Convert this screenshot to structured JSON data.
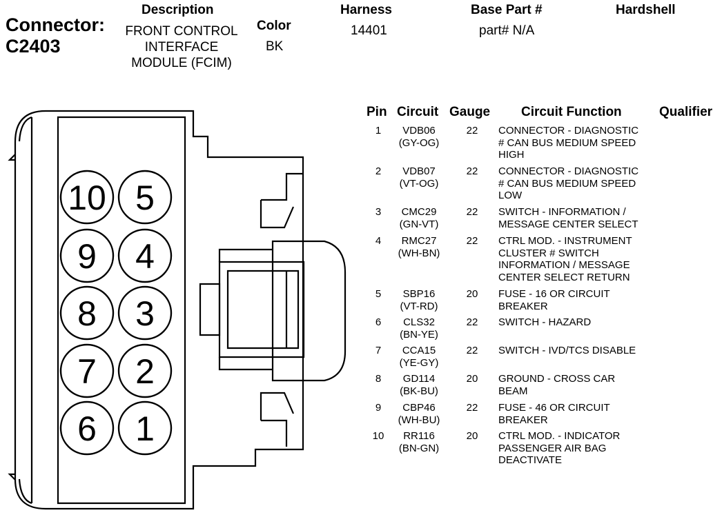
{
  "header": {
    "connector_label": "Connector:",
    "connector_id": "C2403",
    "description_label": "Description",
    "description_lines": [
      "FRONT CONTROL",
      "INTERFACE",
      "MODULE (FCIM)"
    ],
    "color_label": "Color",
    "color_value": "BK",
    "harness_label": "Harness",
    "harness_value": "14401",
    "base_part_label": "Base Part #",
    "base_part_value": "part# N/A",
    "hardshell_label": "Hardshell"
  },
  "table": {
    "columns": [
      "Pin",
      "Circuit",
      "Gauge",
      "Circuit Function",
      "Qualifier"
    ],
    "rows": [
      {
        "pin": "1",
        "circuit": [
          "VDB06",
          "(GY-OG)"
        ],
        "gauge": "22",
        "function": [
          "CONNECTOR - DIAGNOSTIC",
          "# CAN BUS MEDIUM SPEED",
          "HIGH"
        ]
      },
      {
        "pin": "2",
        "circuit": [
          "VDB07",
          "(VT-OG)"
        ],
        "gauge": "22",
        "function": [
          "CONNECTOR - DIAGNOSTIC",
          "# CAN BUS MEDIUM SPEED",
          "LOW"
        ]
      },
      {
        "pin": "3",
        "circuit": [
          "CMC29",
          "(GN-VT)"
        ],
        "gauge": "22",
        "function": [
          "SWITCH - INFORMATION /",
          "MESSAGE CENTER SELECT"
        ]
      },
      {
        "pin": "4",
        "circuit": [
          "RMC27",
          "(WH-BN)"
        ],
        "gauge": "22",
        "function": [
          "CTRL MOD. - INSTRUMENT",
          "CLUSTER # SWITCH",
          "INFORMATION / MESSAGE",
          "CENTER SELECT RETURN"
        ]
      },
      {
        "pin": "5",
        "circuit": [
          "SBP16",
          "(VT-RD)"
        ],
        "gauge": "20",
        "function": [
          "FUSE - 16 OR CIRCUIT",
          "BREAKER"
        ]
      },
      {
        "pin": "6",
        "circuit": [
          "CLS32",
          "(BN-YE)"
        ],
        "gauge": "22",
        "function": [
          "SWITCH - HAZARD"
        ]
      },
      {
        "pin": "7",
        "circuit": [
          "CCA15",
          "(YE-GY)"
        ],
        "gauge": "22",
        "function": [
          "SWITCH - IVD/TCS DISABLE"
        ]
      },
      {
        "pin": "8",
        "circuit": [
          "GD114",
          "(BK-BU)"
        ],
        "gauge": "20",
        "function": [
          "GROUND - CROSS CAR",
          "BEAM"
        ]
      },
      {
        "pin": "9",
        "circuit": [
          "CBP46",
          "(WH-BU)"
        ],
        "gauge": "22",
        "function": [
          "FUSE - 46 OR CIRCUIT",
          "BREAKER"
        ]
      },
      {
        "pin": "10",
        "circuit": [
          "RR116",
          "(BN-GN)"
        ],
        "gauge": "20",
        "function": [
          "CTRL MOD. - INDICATOR",
          "PASSENGER AIR BAG",
          "DEACTIVATE"
        ]
      }
    ]
  },
  "diagram": {
    "pins": [
      "10",
      "5",
      "9",
      "4",
      "8",
      "3",
      "7",
      "2",
      "6",
      "1"
    ]
  }
}
